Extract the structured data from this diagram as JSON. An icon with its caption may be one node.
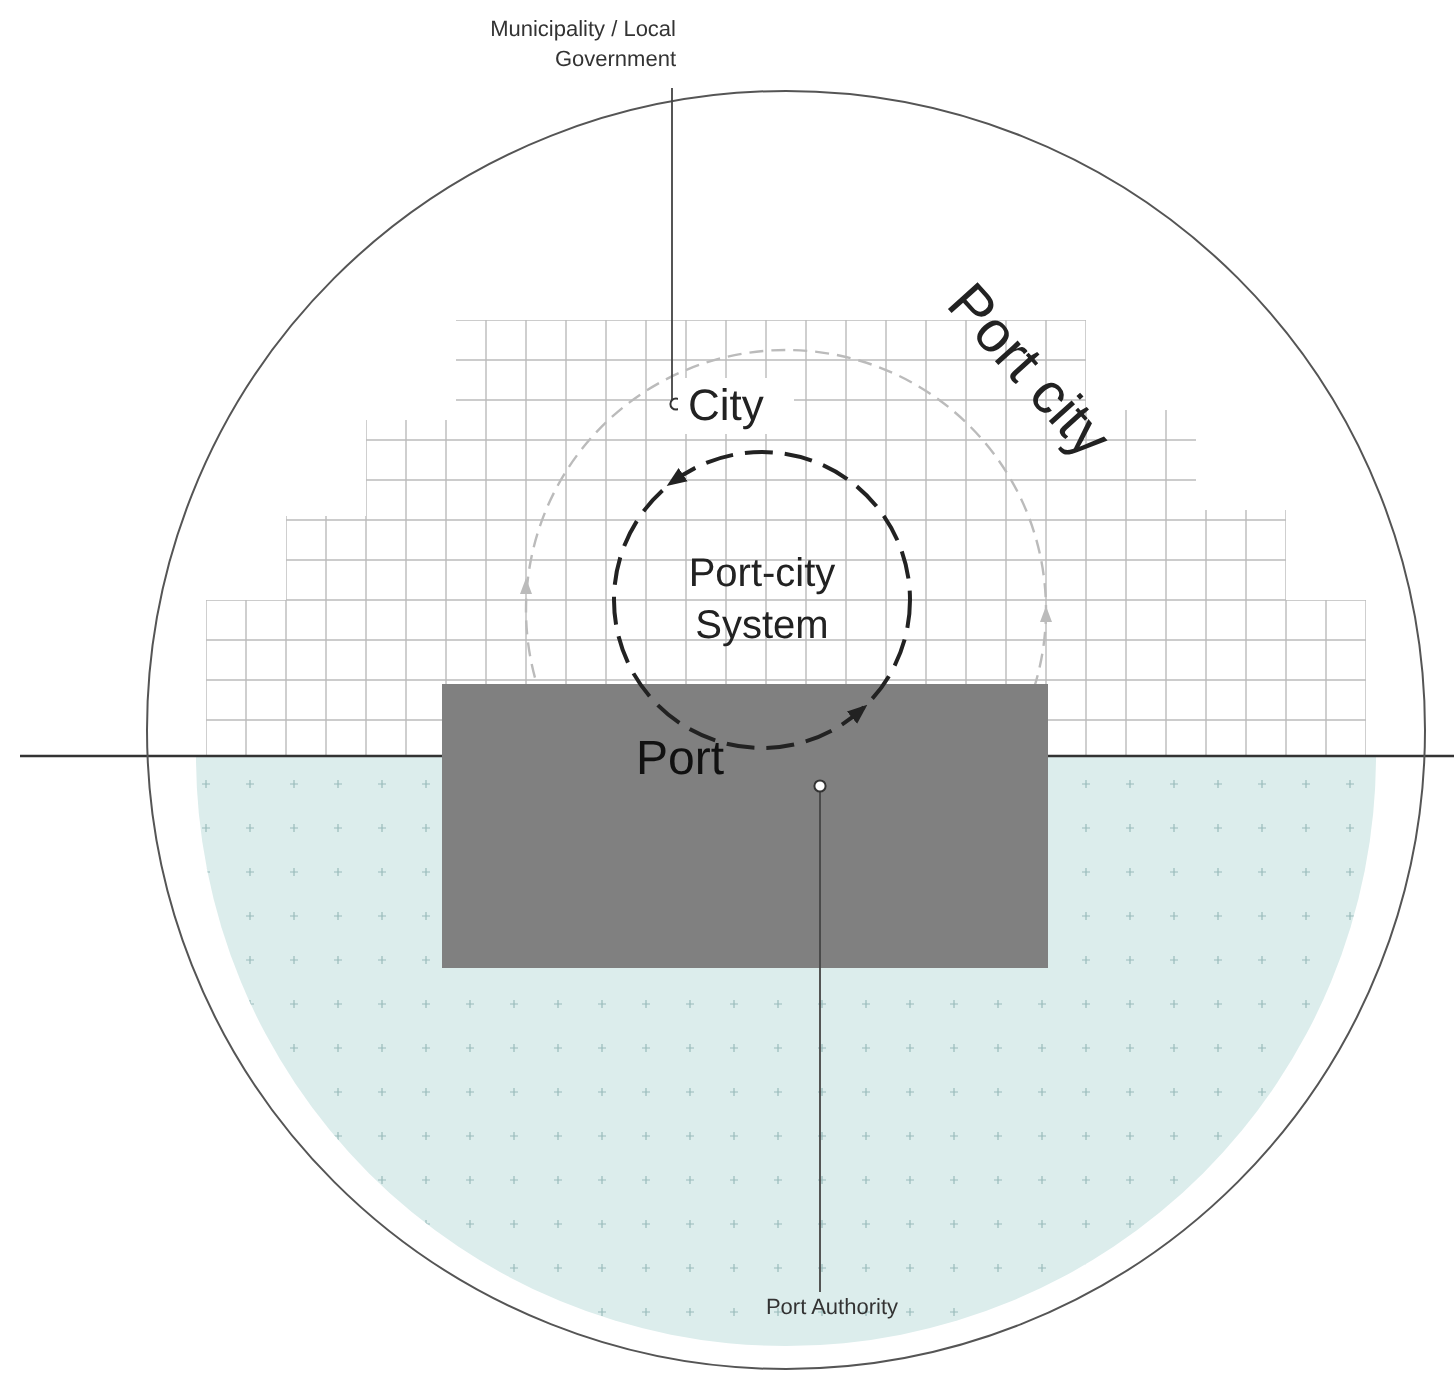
{
  "diagram": {
    "nodes": [
      {
        "text": [
          "Port city"
        ]
      },
      {
        "text": [
          "City"
        ],
        "in": 0
      },
      {
        "text": [
          "Port-city System"
        ],
        "in": 0
      },
      {
        "text": [
          "Port"
        ],
        "in": 0
      },
      {
        "text": [
          "Municipality / Local Government"
        ]
      },
      {
        "text": [
          "Port Authority"
        ],
        "in": 0
      }
    ],
    "edges": [
      {
        "from": 4,
        "to": 1,
        "arrow": "other"
      },
      {
        "from": 5,
        "to": 3,
        "arrow": "other"
      }
    ]
  }
}
